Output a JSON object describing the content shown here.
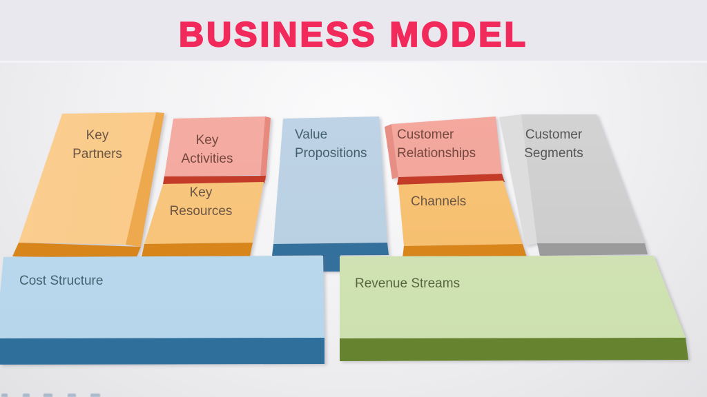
{
  "header": {
    "title": "BUSINESS MODEL",
    "title_color": "#F22A5C",
    "band_color": "#E9E8EF"
  },
  "canvas": {
    "blocks": [
      {
        "id": "key-partners",
        "label": "Key Partners",
        "face_color": "#F8C47E",
        "edge_color": "#D8861C",
        "text_color": "#6B5544"
      },
      {
        "id": "key-activities",
        "label": "Key Activities",
        "face_color": "#F4A89D",
        "edge_color": "#C43B28",
        "text_color": "#74473F"
      },
      {
        "id": "key-resources",
        "label": "Key Resources",
        "face_color": "#F9C67F",
        "edge_color": "#D8861C",
        "text_color": "#6B5544"
      },
      {
        "id": "value-propositions",
        "label": "Value Propositions",
        "face_color": "#BED3E5",
        "edge_color": "#34709C",
        "text_color": "#44616F"
      },
      {
        "id": "customer-relationships",
        "label": "Customer Relationships",
        "face_color": "#F4A89D",
        "edge_color": "#C43B28",
        "text_color": "#74473F"
      },
      {
        "id": "channels",
        "label": "Channels",
        "face_color": "#F8C277",
        "edge_color": "#D8861C",
        "text_color": "#6B5544"
      },
      {
        "id": "customer-segments",
        "label": "Customer Segments",
        "face_color": "#CDCDCD",
        "edge_color": "#9B9B9B",
        "text_color": "#565656"
      },
      {
        "id": "cost-structure",
        "label": "Cost Structure",
        "face_color": "#BAD8EC",
        "edge_color": "#2F6F9B",
        "text_color": "#46616F"
      },
      {
        "id": "revenue-streams",
        "label": "Revenue Streams",
        "face_color": "#D6E6BB",
        "edge_color": "#66842F",
        "text_color": "#57663E"
      }
    ]
  }
}
